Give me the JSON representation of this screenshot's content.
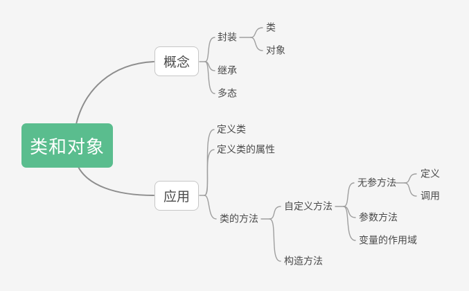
{
  "colors": {
    "background": "#f5f5f5",
    "accent_green": "#5abd8e",
    "root_text": "#ffffff",
    "node_border": "#c6c6c6",
    "node_text": "#4a4a4a",
    "branch_line": "#9e9e9e",
    "main_line": "#8d8d8d"
  },
  "mindmap": {
    "root": {
      "label": "类和对象"
    },
    "branches": [
      {
        "label": "概念",
        "children": [
          {
            "label": "封装",
            "children": [
              {
                "label": "类"
              },
              {
                "label": "对象"
              }
            ]
          },
          {
            "label": "继承"
          },
          {
            "label": "多态"
          }
        ]
      },
      {
        "label": "应用",
        "children": [
          {
            "label": "定义类"
          },
          {
            "label": "定义类的属性"
          },
          {
            "label": "类的方法",
            "children": [
              {
                "label": "自定义方法",
                "children": [
                  {
                    "label": "无参方法",
                    "children": [
                      {
                        "label": "定义"
                      },
                      {
                        "label": "调用"
                      }
                    ]
                  },
                  {
                    "label": "参数方法"
                  },
                  {
                    "label": "变量的作用域"
                  }
                ]
              },
              {
                "label": "构造方法"
              }
            ]
          }
        ]
      }
    ]
  }
}
